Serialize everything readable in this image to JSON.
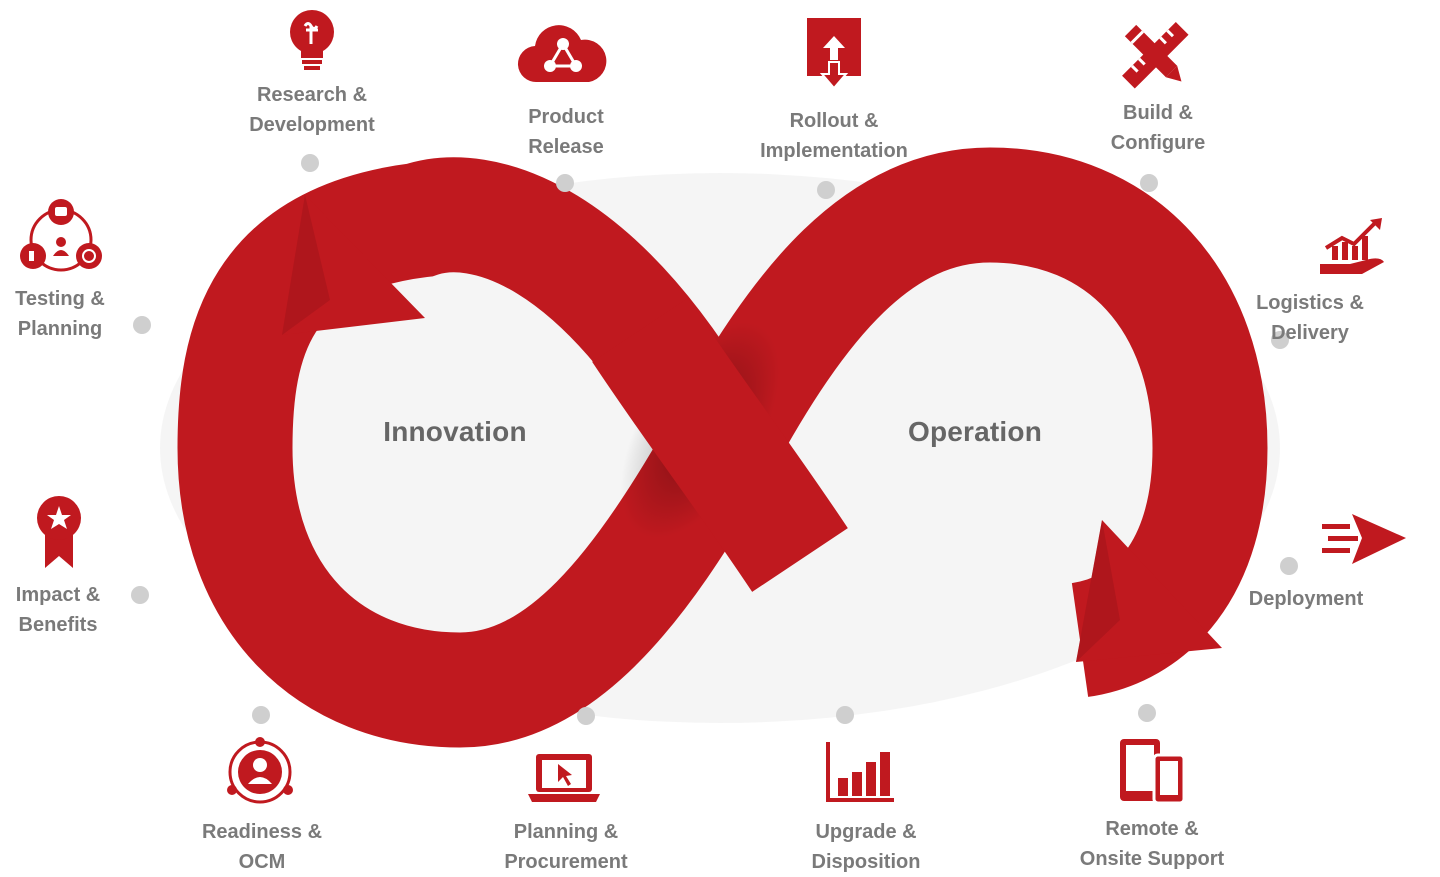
{
  "center": {
    "left": "Innovation",
    "right": "Operation"
  },
  "colors": {
    "accent": "#c0191f",
    "accent_dark": "#8e1216",
    "label": "#7a7a7a",
    "dot": "#cfcfcf"
  },
  "items": {
    "research": {
      "line1": "Research &",
      "line2": "Development",
      "icon": "lightbulb-icon"
    },
    "product": {
      "line1": "Product",
      "line2": "Release",
      "icon": "cloud-share-icon"
    },
    "rollout": {
      "line1": "Rollout &",
      "line2": "Implementation",
      "icon": "upload-download-icon"
    },
    "build": {
      "line1": "Build &",
      "line2": "Configure",
      "icon": "pencil-ruler-icon"
    },
    "logistics": {
      "line1": "Logistics &",
      "line2": "Delivery",
      "icon": "growth-chart-hand-icon"
    },
    "deployment": {
      "line1": "Deployment",
      "line2": "",
      "icon": "paper-plane-icon"
    },
    "remote": {
      "line1": "Remote &",
      "line2": "Onsite Support",
      "icon": "devices-icon"
    },
    "upgrade": {
      "line1": "Upgrade &",
      "line2": "Disposition",
      "icon": "bar-chart-icon"
    },
    "planning_proc": {
      "line1": "Planning &",
      "line2": "Procurement",
      "icon": "laptop-cursor-icon"
    },
    "readiness": {
      "line1": "Readiness &",
      "line2": "OCM",
      "icon": "user-network-icon"
    },
    "impact": {
      "line1": "Impact &",
      "line2": "Benefits",
      "icon": "award-ribbon-icon"
    },
    "testing": {
      "line1": "Testing &",
      "line2": "Planning",
      "icon": "team-network-icon"
    }
  }
}
